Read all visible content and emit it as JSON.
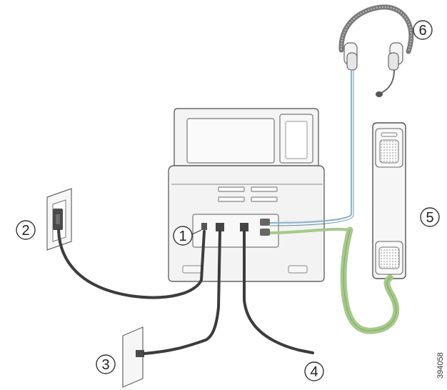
{
  "figure": {
    "figure_id": "394058",
    "callouts": [
      {
        "id": "1",
        "label": "1"
      },
      {
        "id": "2",
        "label": "2"
      },
      {
        "id": "3",
        "label": "3"
      },
      {
        "id": "4",
        "label": "4"
      },
      {
        "id": "5",
        "label": "5"
      },
      {
        "id": "6",
        "label": "6"
      }
    ]
  },
  "colors": {
    "outline": "#555555",
    "fill": "#f2f2f2",
    "cable": "#3c3c3c",
    "coil": "#a6c98a",
    "headset_cable": "#8fb6c9"
  }
}
